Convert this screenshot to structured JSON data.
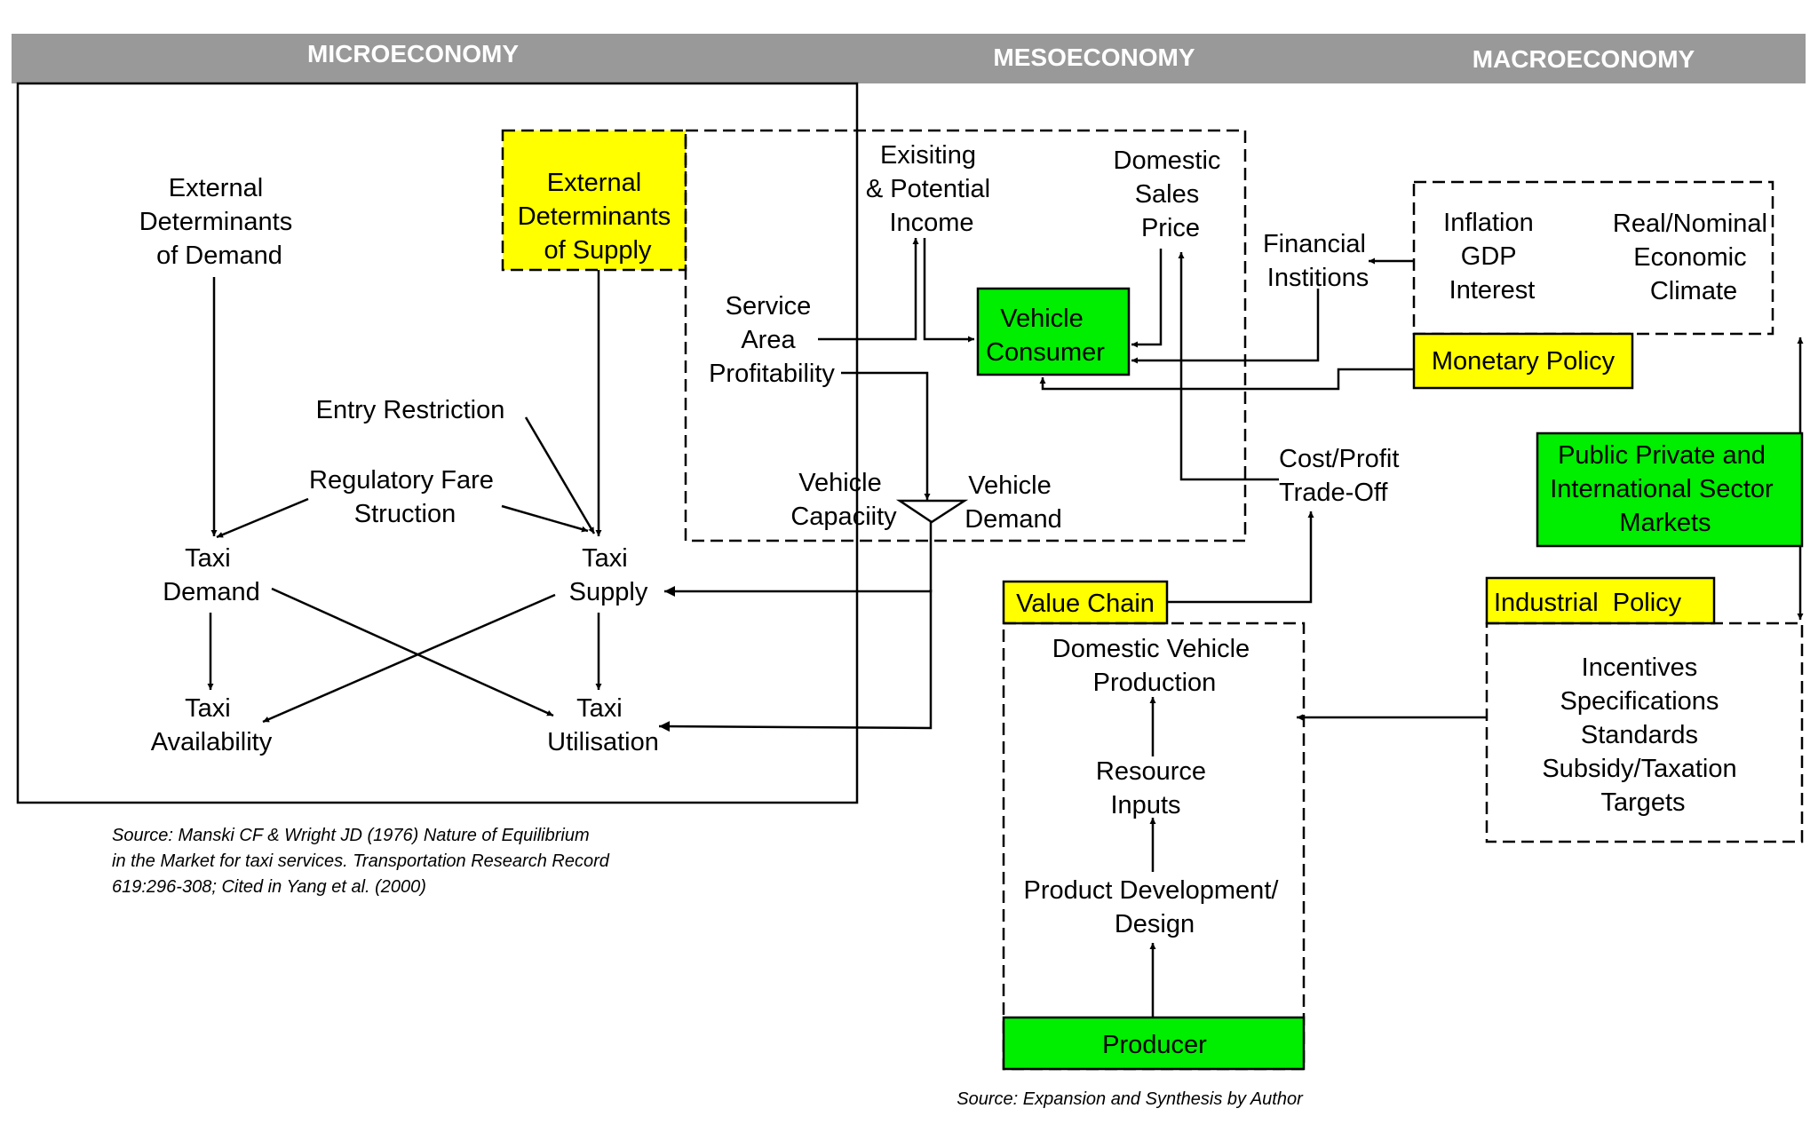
{
  "headers": {
    "micro": "MICROECONOMY",
    "meso": "MESOECONOMY",
    "macro": "MACROECONOMY"
  },
  "colors": {
    "header_band": "#999999",
    "highlight_yellow": "#ffff00",
    "highlight_green": "#00ee00"
  },
  "micro": {
    "ext_demand": [
      "External",
      "Determinants",
      "of Demand"
    ],
    "ext_supply": [
      "External",
      "Determinants",
      "of Supply"
    ],
    "entry_restriction": "Entry Restriction",
    "regulatory_fare": [
      "Regulatory Fare",
      "Struction"
    ],
    "taxi_demand": [
      "Taxi",
      "Demand"
    ],
    "taxi_supply": [
      "Taxi",
      "Supply"
    ],
    "taxi_availability": [
      "Taxi",
      "Availability"
    ],
    "taxi_utilisation": [
      "Taxi",
      "Utilisation"
    ],
    "source": [
      "Source: Manski CF & Wright JD (1976) Nature of Equilibrium",
      "in the Market for taxi services. Transportation Research Record",
      "619:296-308; Cited in Yang et al. (2000)"
    ]
  },
  "meso": {
    "income": [
      "Exisiting",
      "& Potential",
      "Income"
    ],
    "sales_price": [
      "Domestic",
      "Sales",
      "Price"
    ],
    "service_area": [
      "Service",
      "Area",
      "Profitability"
    ],
    "vehicle_consumer": [
      "Vehicle",
      "Consumer"
    ],
    "vehicle_capacity": [
      "Vehicle",
      "Capaciity"
    ],
    "vehicle_demand": [
      "Vehicle",
      "Demand"
    ],
    "financial": [
      "Financial",
      "Institions"
    ],
    "cost_profit": [
      "Cost/Profit",
      "Trade-Off"
    ],
    "value_chain": "Value Chain",
    "production": [
      "Domestic Vehicle",
      "Production"
    ],
    "resource_inputs": [
      "Resource",
      "Inputs"
    ],
    "product_dev": [
      "Product Development/",
      "Design"
    ],
    "producer": "Producer",
    "source": "Source: Expansion and Synthesis by Author"
  },
  "macro": {
    "indicators": [
      "Inflation",
      "GDP",
      "Interest"
    ],
    "climate": [
      "Real/Nominal",
      "Economic",
      "Climate"
    ],
    "monetary_policy": "Monetary Policy",
    "public_private": [
      "Public Private and",
      "International Sector",
      "Markets"
    ],
    "industrial_policy": "Industrial  Policy",
    "industrial_items": [
      "Incentives",
      "Specifications",
      "Standards",
      "Subsidy/Taxation",
      "Targets"
    ]
  }
}
